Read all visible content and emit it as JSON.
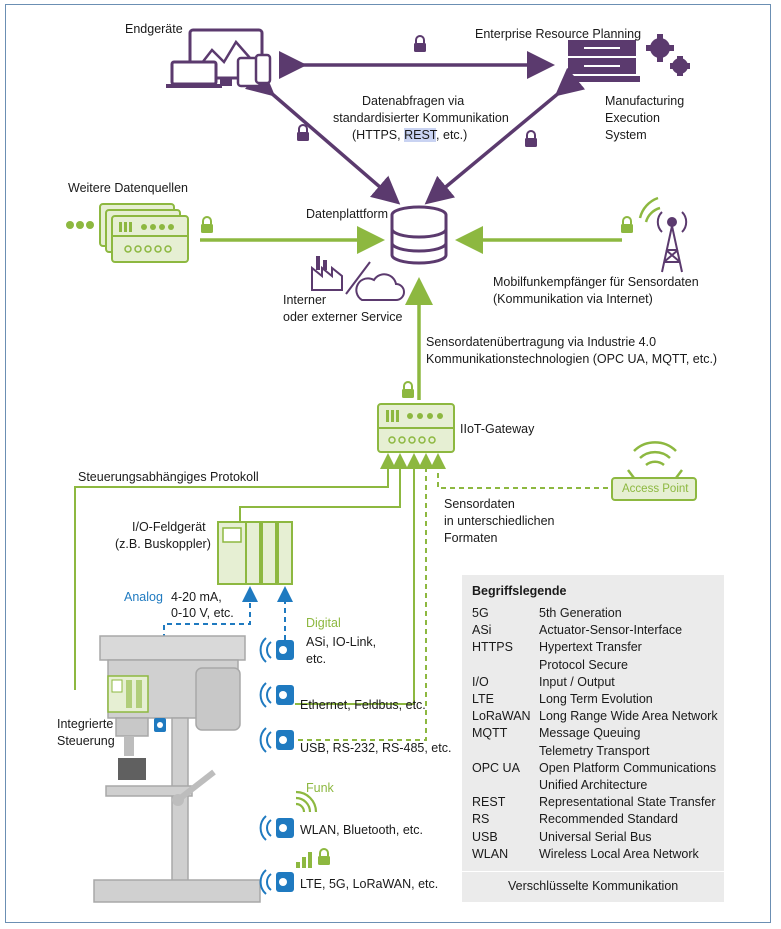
{
  "labels": {
    "endgeraete": "Endgeräte",
    "erp": "Enterprise Resource Planning",
    "mes": [
      "Manufacturing",
      "Execution",
      "System"
    ],
    "datenabfragen": [
      "Datenabfragen via",
      "standardisierter Kommunikation"
    ],
    "https_prefix": "(HTTPS, ",
    "rest": "REST",
    "https_suffix": ", etc.)",
    "weitere": "Weitere Datenquellen",
    "datenplattform": "Datenplattform",
    "interner": [
      "Interner",
      "oder externer Service"
    ],
    "mobilfunk": [
      "Mobilfunkempfänger für Sensordaten",
      "(Kommunikation via Internet)"
    ],
    "sensorueb": [
      "Sensordatenübertragung via Industrie 4.0",
      "Kommunikationstechnologien (OPC UA, MQTT, etc.)"
    ],
    "gateway": "IIoT-Gateway",
    "steuerung_protokoll": "Steuerungsabhängiges Protokoll",
    "access_point": "Access Point",
    "sensordaten": [
      "Sensordaten",
      "in unterschiedlichen",
      "Formaten"
    ],
    "io_feld": [
      "I/O-Feldgerät",
      "(z.B. Buskoppler)"
    ],
    "analog": "Analog",
    "analog_values": [
      "4-20 mA,",
      "0-10 V, etc."
    ],
    "digital": "Digital",
    "asi": [
      "ASi, IO-Link,",
      "etc."
    ],
    "ethernet": "Ethernet, Feldbus, etc.",
    "usb": "USB, RS-232, RS-485, etc.",
    "integrierte": [
      "Integrierte",
      "Steuerung"
    ],
    "funk": "Funk",
    "wlan": "WLAN, Bluetooth, etc.",
    "lte": "LTE, 5G, LoRaWAN, etc."
  },
  "legend": {
    "title": "Begriffslegende",
    "rows": [
      [
        "5G",
        "5th Generation"
      ],
      [
        "ASi",
        "Actuator-Sensor-Interface"
      ],
      [
        "HTTPS",
        "Hypertext Transfer"
      ],
      [
        "",
        "Protocol Secure"
      ],
      [
        "I/O",
        "Input / Output"
      ],
      [
        "LTE",
        "Long Term Evolution"
      ],
      [
        "LoRaWAN",
        "Long Range Wide Area Network"
      ],
      [
        "MQTT",
        "Message Queuing"
      ],
      [
        "",
        "Telemetry Transport"
      ],
      [
        "OPC UA",
        "Open Platform Communications"
      ],
      [
        "",
        "Unified Architecture"
      ],
      [
        "REST",
        "Representational State Transfer"
      ],
      [
        "RS",
        "Recommended Standard"
      ],
      [
        "USB",
        "Universal Serial Bus"
      ],
      [
        "WLAN",
        "Wireless Local Area Network"
      ]
    ],
    "footer": "Verschlüsselte Kommunikation"
  },
  "colors": {
    "green": "#8db840",
    "purple": "#5b3a6e",
    "blue": "#1f7ac0",
    "light_green": "#e6efd3",
    "gray": "#c8c8c8"
  },
  "icons": [
    "lock-icon",
    "devices-icon",
    "server-icon",
    "gear-icon",
    "database-icon",
    "factory-icon",
    "cloud-icon",
    "antenna-icon",
    "gateway-icon",
    "wifi-icon",
    "sensor-icon",
    "drill-press-icon",
    "io-module-icon"
  ]
}
